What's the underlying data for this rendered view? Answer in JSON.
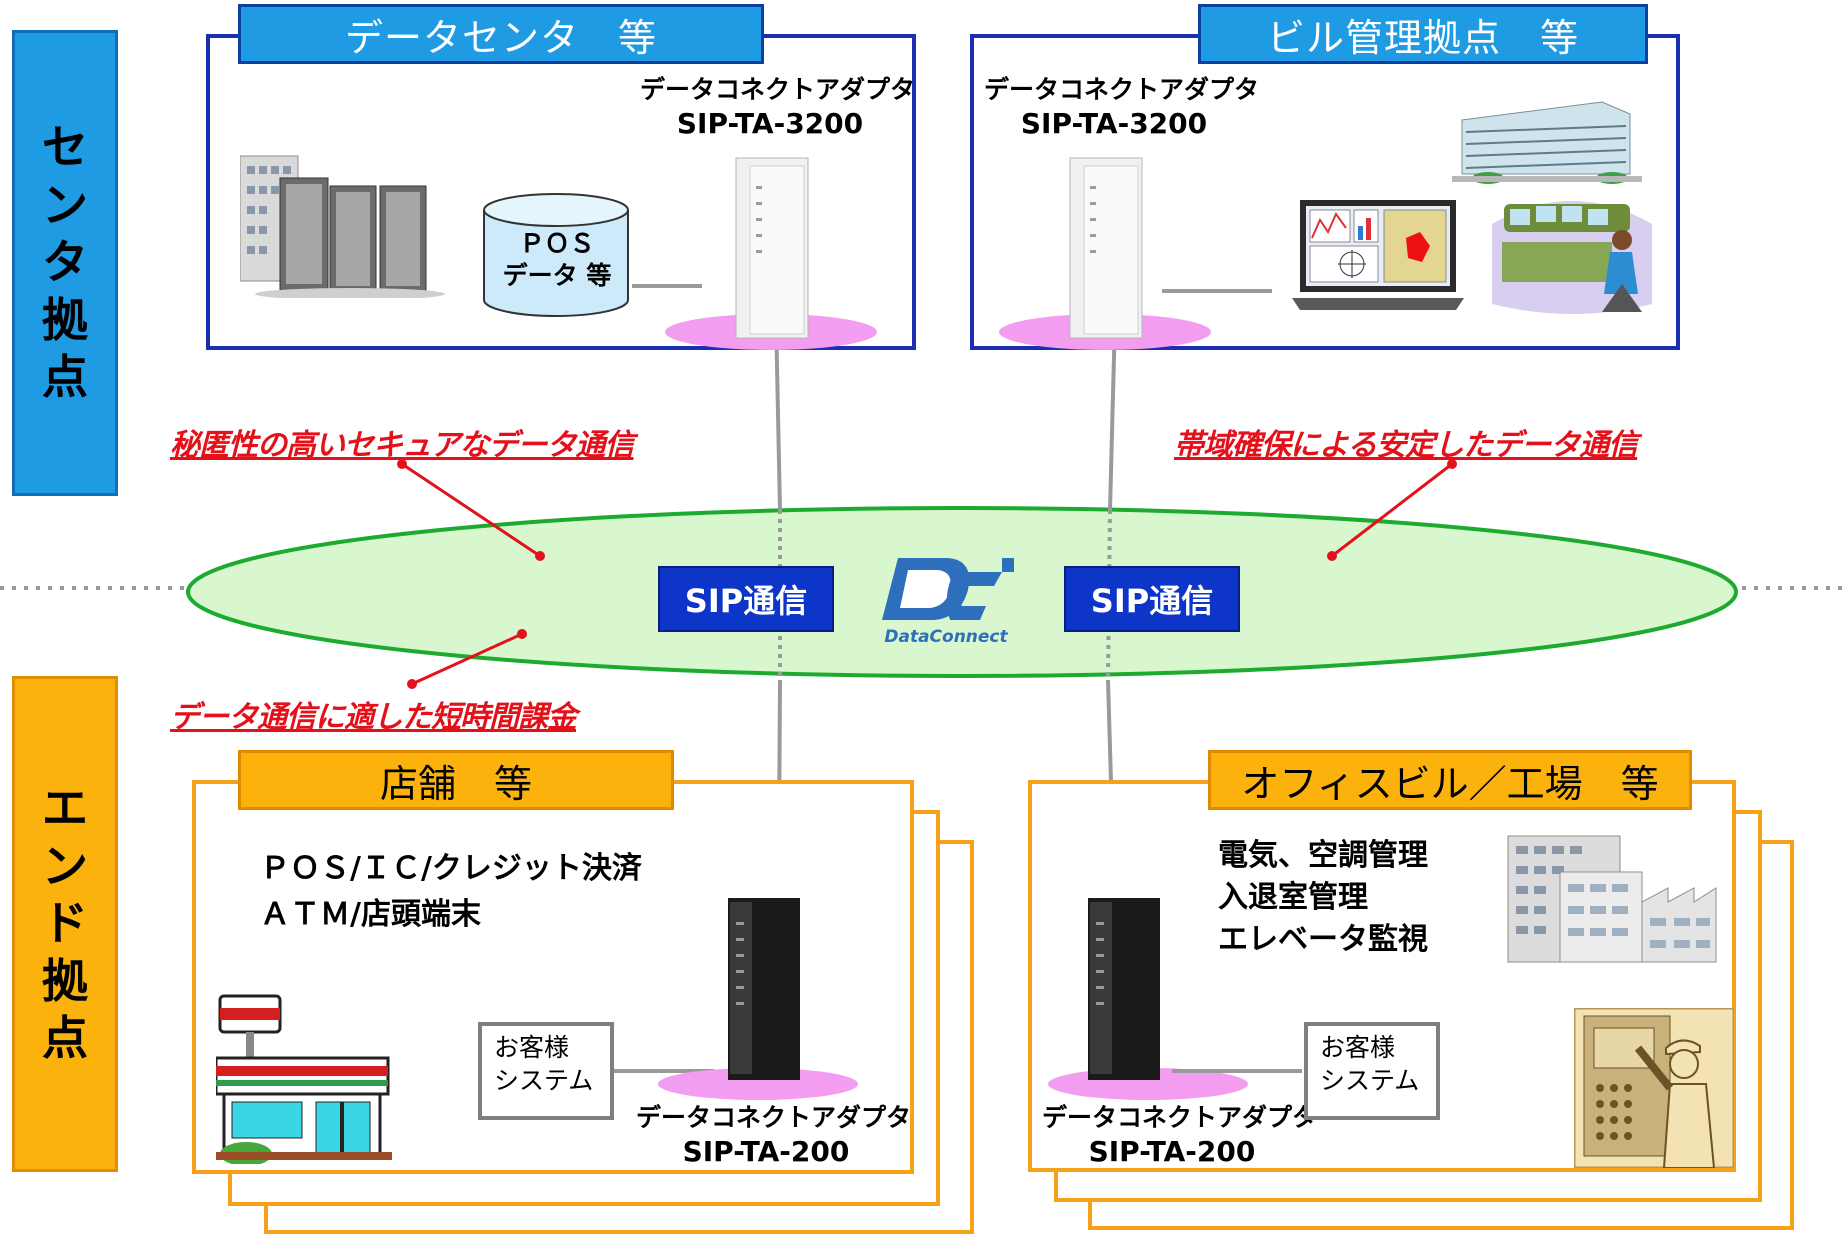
{
  "sidebars": {
    "center": [
      "セ",
      "ン",
      "タ",
      "拠",
      "点"
    ],
    "end": [
      "エ",
      "ン",
      "ド",
      "拠",
      "点"
    ]
  },
  "sites": {
    "datacenter": {
      "title": "データセンタ　等",
      "adapter_name": "データコネクトアダプタ",
      "adapter_model": "SIP-TA-3200",
      "db_line1": "ＰＯＳ",
      "db_line2": "データ 等"
    },
    "building": {
      "title": "ビル管理拠点　等",
      "adapter_name": "データコネクトアダプタ",
      "adapter_model": "SIP-TA-3200"
    },
    "store": {
      "title": "店舗　等",
      "usecase_line1": "ＰＯＳ/ＩＣ/クレジット決済",
      "usecase_line2": "ＡＴＭ/店頭端末",
      "customer_line1": "お客様",
      "customer_line2": "システム",
      "adapter_name": "データコネクトアダプタ",
      "adapter_model": "SIP-TA-200"
    },
    "office": {
      "title": "オフィスビル／工場　等",
      "usecase_line1": "電気、空調管理",
      "usecase_line2": "入退室管理",
      "usecase_line3": "エレベータ監視",
      "customer_line1": "お客様",
      "customer_line2": "システム",
      "adapter_name": "データコネクトアダプタ",
      "adapter_model": "SIP-TA-200"
    }
  },
  "network": {
    "sip_left": "SIP通信",
    "sip_right": "SIP通信",
    "logo_text": "DataConnect"
  },
  "features": {
    "secure": "秘匿性の高いセキュアなデータ通信",
    "bandwidth": "帯域確保による安定したデータ通信",
    "billing": "データ通信に適した短時間課金"
  },
  "colors": {
    "center_blue": "#1e9be2",
    "end_orange": "#fbb20d",
    "network_green": "#d8f7cf",
    "feature_red": "#e4111b",
    "sip_blue": "#0d35c8"
  }
}
